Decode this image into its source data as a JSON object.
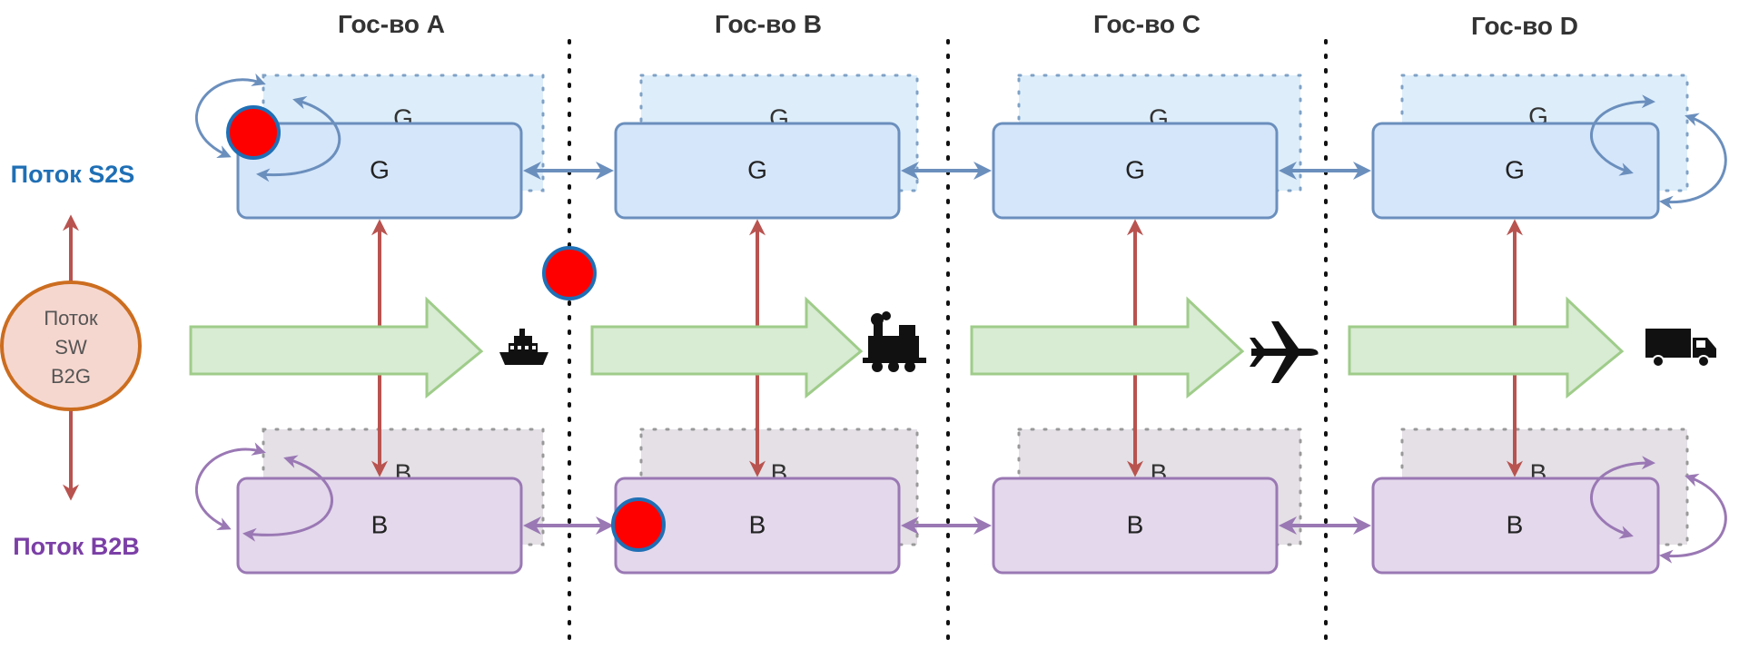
{
  "states": [
    {
      "label": "Гос-во A"
    },
    {
      "label": "Гос-во B"
    },
    {
      "label": "Гос-во C"
    },
    {
      "label": "Гос-во D"
    }
  ],
  "g_box_label": "G",
  "b_box_label": "B",
  "flows": {
    "s2s": {
      "label": "Поток S2S",
      "color": "#1f6fb5"
    },
    "b2b": {
      "label": "Поток B2B",
      "color": "#7b3fa6"
    },
    "sw": {
      "lines": [
        "Поток",
        "SW",
        "B2G"
      ],
      "fill": "#f6d7cf",
      "stroke": "#cc6d1f"
    }
  },
  "transport_icons": [
    "ship-icon",
    "train-icon",
    "airplane-icon",
    "truck-icon"
  ],
  "colors": {
    "g_fill": "#d5e6fa",
    "g_stroke": "#6b8fbd",
    "g_shadow": "#ddeefa",
    "b_fill": "#e4d8ec",
    "b_stroke": "#9a78b4",
    "b_shadow": "#e4e0e6",
    "vertical_arrow": "#b9534f",
    "green_arrow_fill": "#d8ebd3",
    "green_arrow_stroke": "#9fcc8a",
    "marker_fill": "#ff0000",
    "marker_stroke": "#1f6fb5"
  }
}
